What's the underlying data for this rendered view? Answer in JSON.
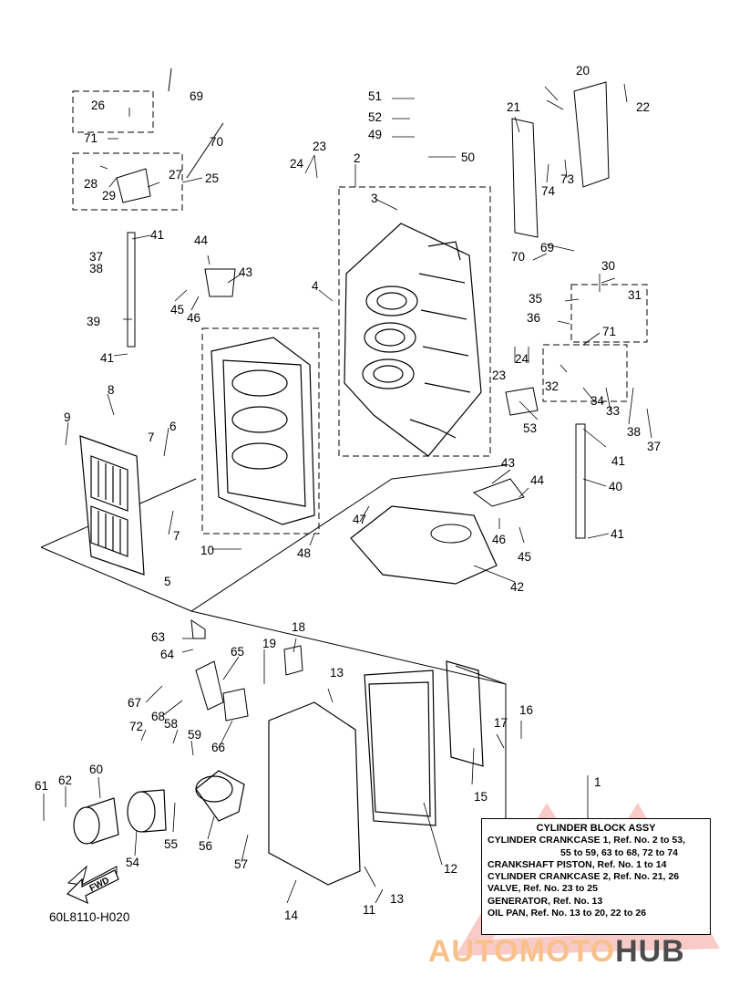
{
  "callouts": [
    "1",
    "2",
    "3",
    "4",
    "5",
    "6",
    "7",
    "7",
    "8",
    "9",
    "10",
    "11",
    "12",
    "13",
    "13",
    "14",
    "15",
    "16",
    "17",
    "18",
    "19",
    "20",
    "21",
    "22",
    "23",
    "23",
    "24",
    "24",
    "25",
    "26",
    "27",
    "28",
    "29",
    "30",
    "31",
    "32",
    "33",
    "34",
    "35",
    "36",
    "37",
    "37",
    "38",
    "38",
    "39",
    "40",
    "41",
    "41",
    "41",
    "41",
    "42",
    "43",
    "43",
    "44",
    "44",
    "45",
    "45",
    "46",
    "46",
    "47",
    "48",
    "49",
    "50",
    "51",
    "52",
    "53",
    "54",
    "55",
    "56",
    "57",
    "58",
    "59",
    "60",
    "61",
    "62",
    "63",
    "64",
    "65",
    "66",
    "67",
    "68",
    "69",
    "69",
    "70",
    "70",
    "71",
    "71",
    "72",
    "73",
    "74"
  ],
  "diagram_code": "60L8110-H020",
  "fwd_label": "FWD",
  "legend": {
    "title": "CYLINDER BLOCK ASSY",
    "lines": [
      "CYLINDER CRANKCASE 1,  Ref. No. 2 to 53,",
      "55 to 59, 63 to 68, 72 to 74",
      "CRANKSHAFT PISTON,  Ref. No. 1 to 14",
      "CYLINDER CRANKCASE 2,  Ref. No. 21, 26",
      "VALVE,  Ref. No. 23 to 25",
      "GENERATOR,  Ref. No. 13",
      "OIL PAN,  Ref. No. 13 to 20,  22 to 26"
    ]
  },
  "watermark": {
    "part1": "AUTOMOTO",
    "part2": "HUB"
  },
  "colors": {
    "line": "#000000",
    "watermark_red": "#e8403a",
    "watermark_orange": "#f9c08a",
    "watermark_gray": "#4c4c4c"
  }
}
